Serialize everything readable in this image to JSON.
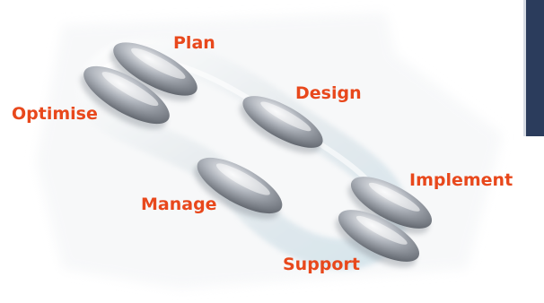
{
  "stages": [
    {
      "id": "plan",
      "label": "Plan"
    },
    {
      "id": "design",
      "label": "Design"
    },
    {
      "id": "implement",
      "label": "Implement"
    },
    {
      "id": "support",
      "label": "Support"
    },
    {
      "id": "manage",
      "label": "Manage"
    },
    {
      "id": "optimise",
      "label": "Optimise"
    }
  ],
  "colors": {
    "label": "#e8481c",
    "disc_light": "#f4f5f7",
    "disc_mid": "#aeb3bb",
    "disc_dark": "#5b6068",
    "ring_glow": "#cfe3ec",
    "side_panel": "#2b3c5c"
  }
}
